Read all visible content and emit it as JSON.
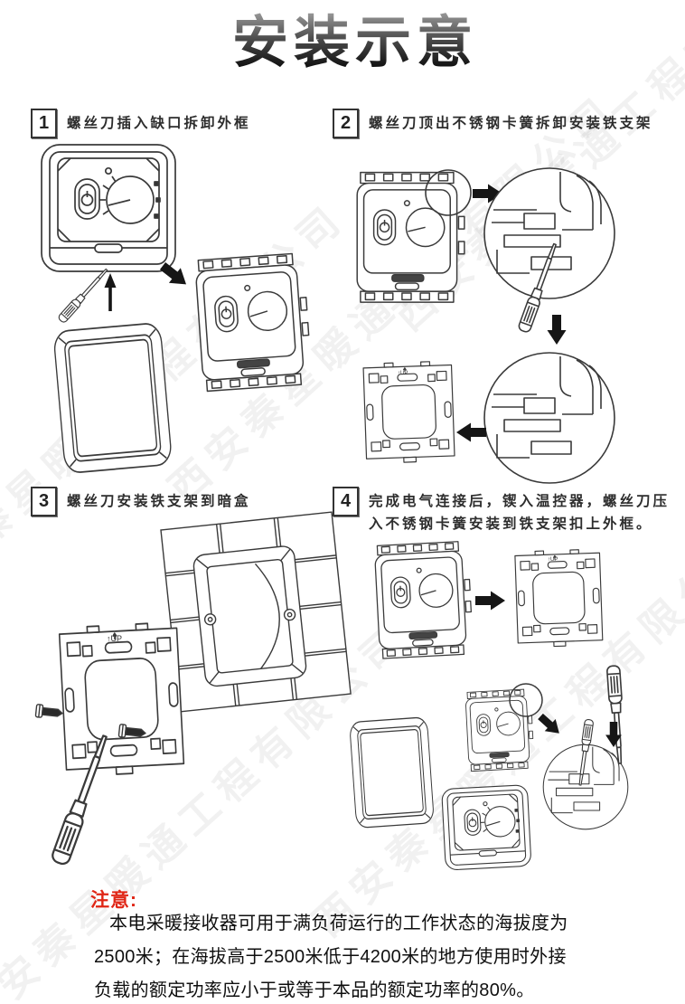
{
  "page": {
    "title": "安装示意",
    "watermark_text": "西安秦星暖通工程有限公司",
    "colors": {
      "note_red": "#e02616",
      "ink": "#1a1a1a",
      "line_art": "#3a3a3a"
    }
  },
  "steps": [
    {
      "number": "1",
      "caption": "螺丝刀插入缺口拆卸外框"
    },
    {
      "number": "2",
      "caption": "螺丝刀顶出不锈钢卡簧拆卸安装铁支架"
    },
    {
      "number": "3",
      "caption": "螺丝刀安装铁支架到暗盒"
    },
    {
      "number": "4",
      "caption": "完成电气连接后，锲入温控器，螺丝刀压入不锈钢卡簧安装到铁支架扣上外框。"
    }
  ],
  "drawing_labels": {
    "bracket_up_marking": "↑UP"
  },
  "note": {
    "label": "注意:",
    "lines": [
      "本电采暖接收器可用于满负荷运行的工作状态的海拔度为",
      "2500米；在海拔高于2500米低于4200米的地方使用时外接",
      "负载的额定功率应小于或等于本品的额定功率的80%。"
    ]
  }
}
